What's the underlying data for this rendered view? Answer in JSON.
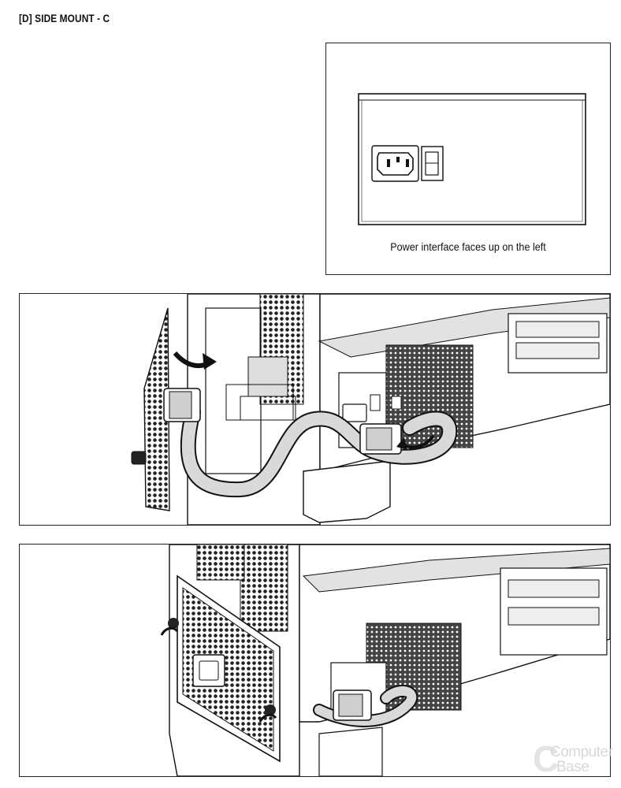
{
  "page": {
    "heading": "[D] SIDE MOUNT - C"
  },
  "psu_panel": {
    "caption": "Power interface faces up on the left"
  },
  "watermark": {
    "line1": "Computer",
    "line2": "Base"
  }
}
